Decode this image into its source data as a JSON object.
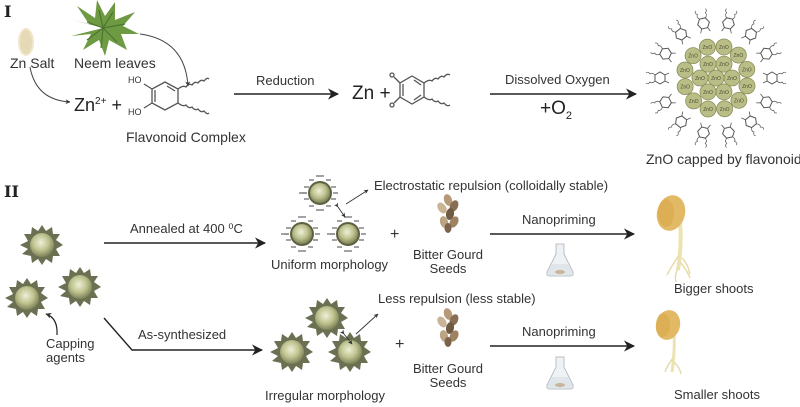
{
  "panels": {
    "one": {
      "roman": "I",
      "zn_salt": "Zn Salt",
      "neem_leaves": "Neem leaves",
      "zn_ion": "Zn",
      "zn_ion_charge": "2+",
      "plus": "+",
      "ho_top": "HO",
      "ho_bottom": "HO",
      "flavonoid_complex": "Flavonoid Complex",
      "reduction": "Reduction",
      "zn": "Zn",
      "plus2": "+",
      "dissolved_oxygen": "Dissolved Oxygen",
      "o2_prefix": "+O",
      "o2_sub": "2",
      "product": "ZnO capped by flavonoids",
      "nanoparticle_label": "ZnO"
    },
    "two": {
      "roman": "II",
      "capping_agents_1": "Capping",
      "capping_agents_2": "agents",
      "annealed": "Annealed at 400 ⁰C",
      "as_synthesized": "As-synthesized",
      "electrostatic": "Electrostatic repulsion (colloidally stable)",
      "less_repulsion": "Less repulsion (less stable)",
      "uniform": "Uniform morphology",
      "irregular": "Irregular morphology",
      "plus": "+",
      "seeds_1": "Bitter Gourd",
      "seeds_2": "Seeds",
      "nanopriming": "Nanopriming",
      "bigger": "Bigger shoots",
      "smaller": "Smaller shoots"
    }
  },
  "colors": {
    "particle_fill": "#b9bd86",
    "particle_dark": "#6b7052",
    "leaf": "#6e9a44",
    "seed": "#e3bd6a",
    "arrow": "#222222"
  }
}
